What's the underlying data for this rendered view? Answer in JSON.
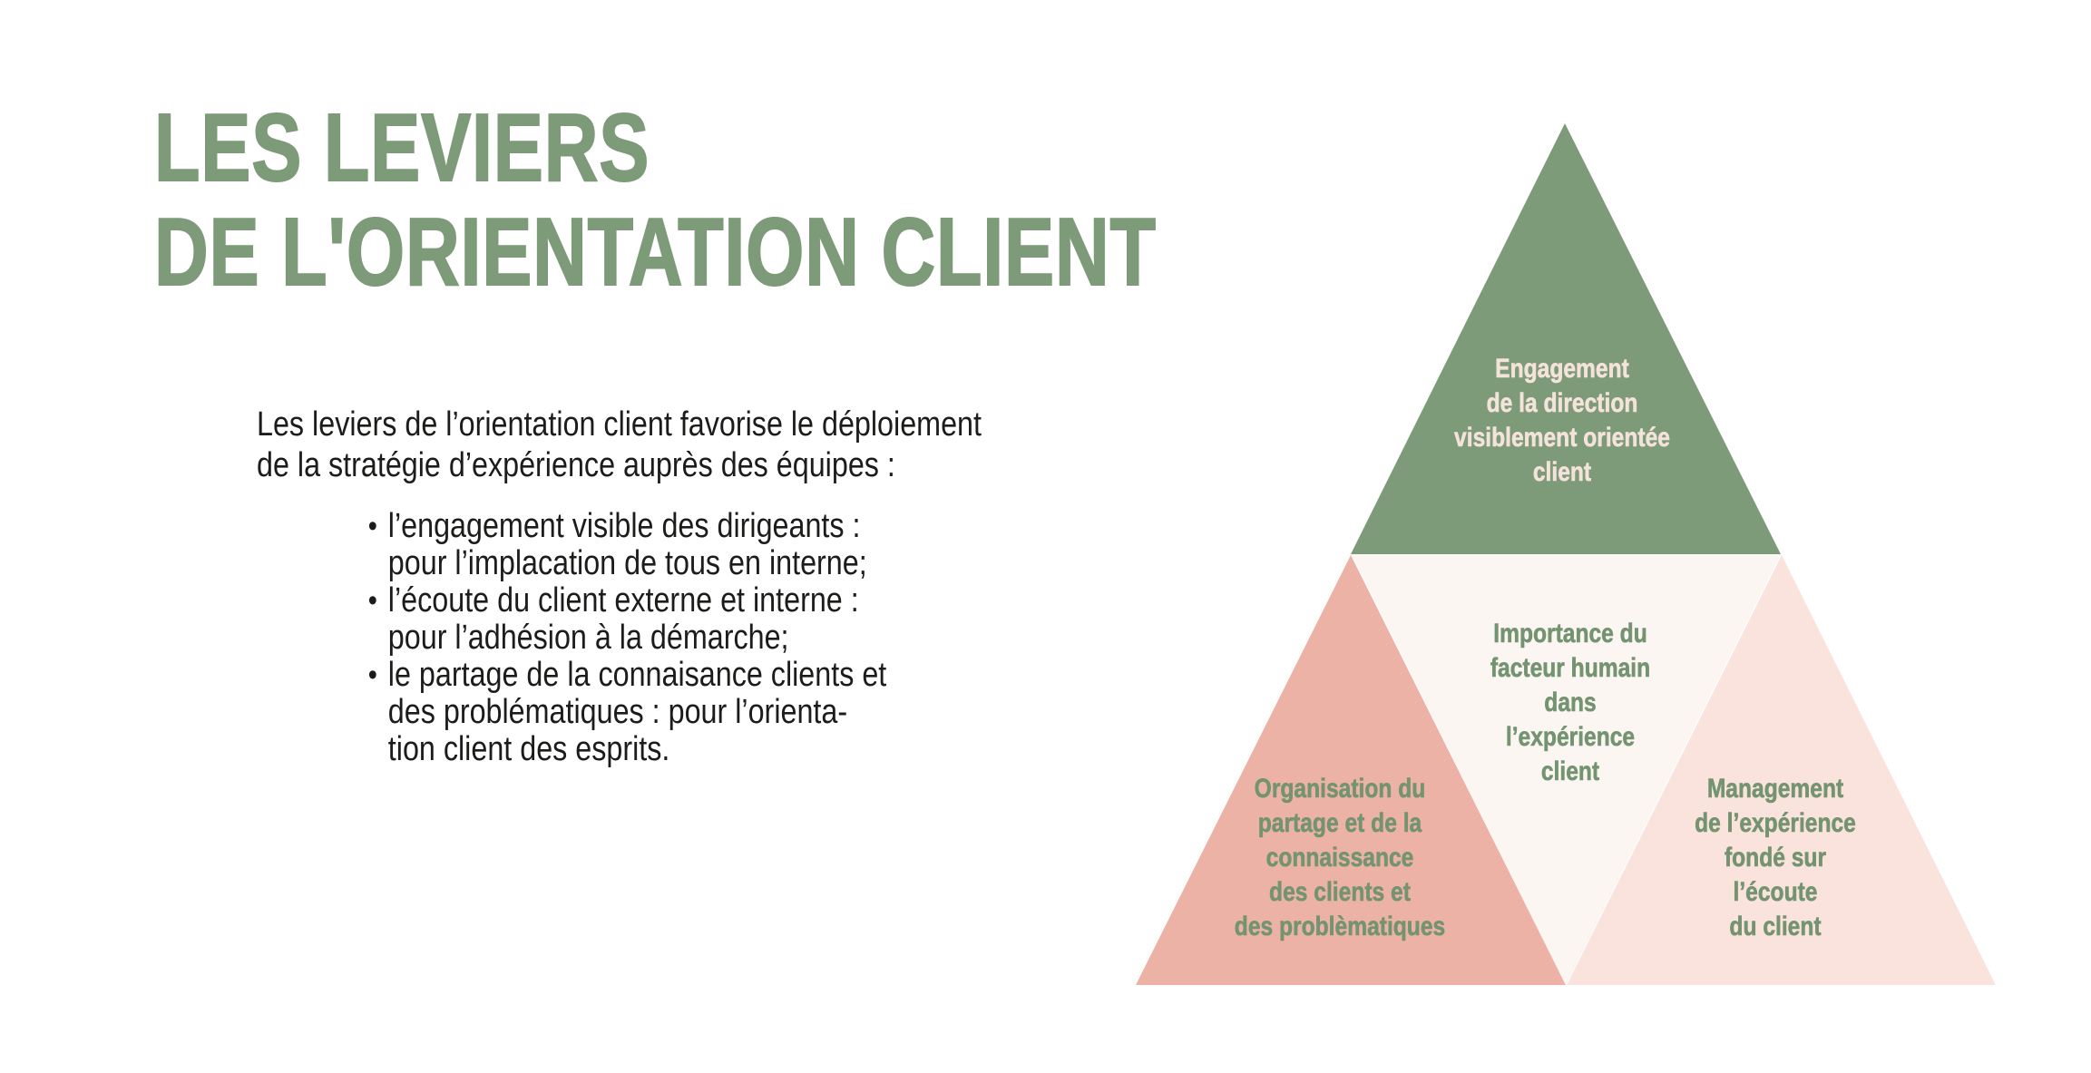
{
  "slide": {
    "title": "LES LEVIERS\nDE L'ORIENTATION CLIENT",
    "intro": "Les leviers de l’orientation client favorise le déploiement\nde la stratégie d’expérience auprès des équipes :",
    "bullets": [
      "l’engagement visible des dirigeants :\npour l’implacation de tous en interne;",
      "l’écoute du client externe et interne :\npour l’adhésion à la démarche;",
      "le partage de la connaisance clients et\ndes problématiques : pour l’orienta-\ntion client des esprits."
    ]
  },
  "pyramid": {
    "sections": [
      {
        "id": "top",
        "label": "Engagement\nde la direction\nvisiblement orientée\nclient",
        "fill": "#7d9a79",
        "text_color": "#f4e3db"
      },
      {
        "id": "left",
        "label": "Organisation du\npartage et de la\nconnaissance\ndes clients et\ndes problèmatiques",
        "fill": "#ecb2a6",
        "text_color": "#749471"
      },
      {
        "id": "middle",
        "label": "Importance du\nfacteur humain\ndans\nl’expérience\nclient",
        "fill": "#fcf6f3",
        "text_color": "#749471"
      },
      {
        "id": "right",
        "label": "Management\nde l’expérience\nfondé sur\nl’écoute\ndu client",
        "fill": "#fae3dc",
        "text_color": "#749471"
      }
    ]
  },
  "colors": {
    "background": "#ffffff",
    "title_green": "#7d9a79",
    "body_text": "#1c1c1b"
  }
}
